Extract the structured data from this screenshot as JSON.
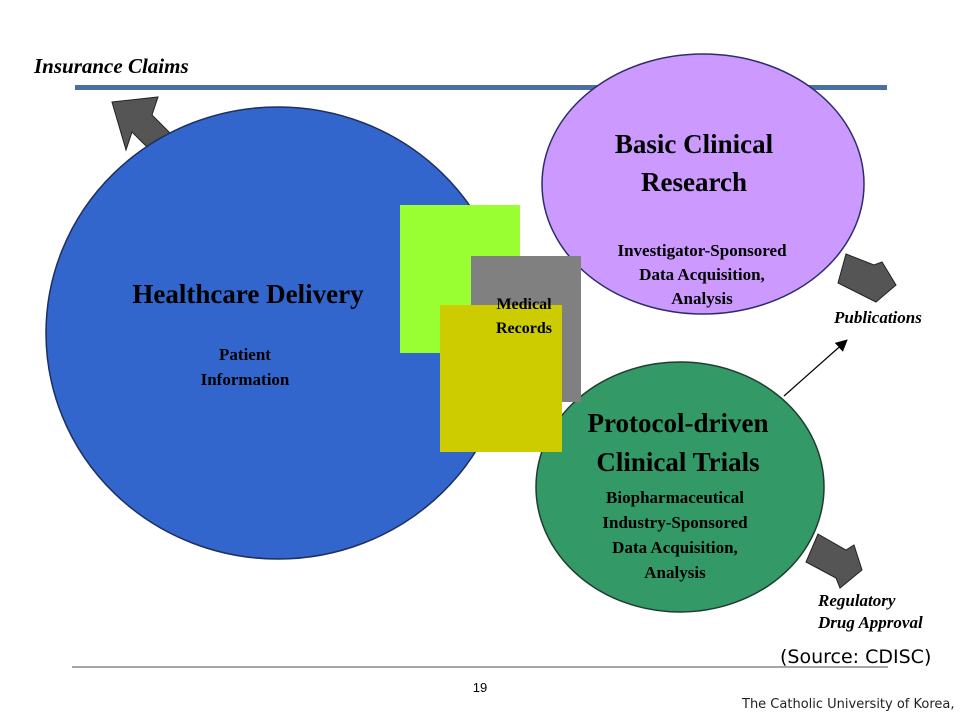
{
  "slide": {
    "page_number": "19",
    "source_note": "(Source: CDISC)",
    "footer_org": "The Catholic University of Korea,"
  },
  "labels": {
    "insurance_claims": "Insurance Claims",
    "publications": "Publications",
    "regulatory_line1": "Regulatory",
    "regulatory_line2": "Drug Approval"
  },
  "healthcare": {
    "title": "Healthcare Delivery",
    "sub_line1": "Patient",
    "sub_line2": "Information",
    "color": "#3366cc"
  },
  "medical_records": {
    "line1": "Medical",
    "line2": "Records",
    "colors": [
      "#99ff33",
      "#808080",
      "#cccc00"
    ]
  },
  "basic_research": {
    "title_line1": "Basic Clinical",
    "title_line2": "Research",
    "sub_line1": "Investigator-Sponsored",
    "sub_line2": "Data Acquisition,",
    "sub_line3": "Analysis",
    "color": "#cc99ff"
  },
  "clinical_trials": {
    "title_line1": "Protocol-driven",
    "title_line2": "Clinical Trials",
    "sub_line1": "Biopharmaceutical",
    "sub_line2": "Industry-Sponsored",
    "sub_line3": "Data Acquisition,",
    "sub_line4": "Analysis",
    "color": "#339966"
  },
  "colors": {
    "top_rule": "#4a6fa5",
    "bottom_rule": "#999999",
    "arrow": "#555555"
  }
}
